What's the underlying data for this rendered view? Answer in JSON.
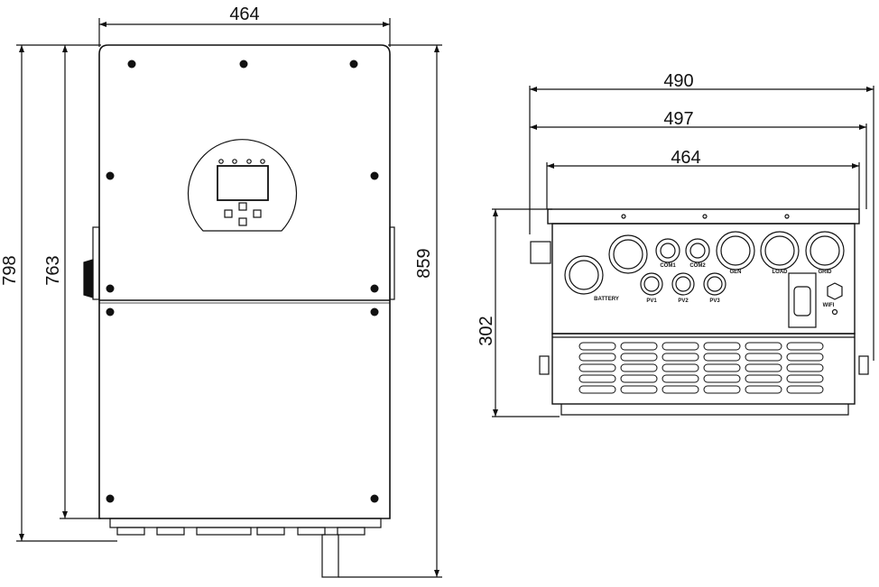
{
  "front_view": {
    "width_label": "464",
    "height_outer_label": "798",
    "height_inner_label": "763",
    "height_with_cable_label": "859"
  },
  "bottom_view": {
    "width_labels": [
      "490",
      "497",
      "464"
    ],
    "depth_label": "302",
    "port_labels": {
      "battery": "BATTERY",
      "com1": "COM1",
      "com2": "COM2",
      "gen": "GEN",
      "load": "LOAD",
      "grid": "GRID",
      "pv1": "PV1",
      "pv2": "PV2",
      "pv3": "PV3",
      "wifi": "WIFI"
    }
  }
}
